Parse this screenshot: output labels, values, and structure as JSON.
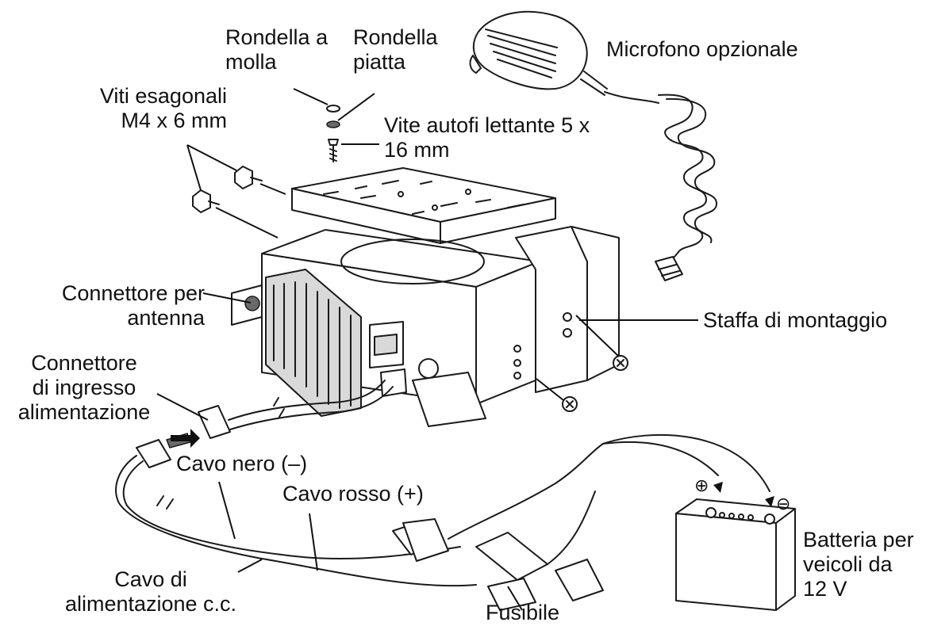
{
  "diagram": {
    "labels": {
      "rondella_molla": [
        "Rondella a",
        "molla"
      ],
      "rondella_piatta": [
        "Rondella",
        "piatta"
      ],
      "viti_esagonali": [
        "Viti esagonali",
        "M4 x 6 mm"
      ],
      "vite_autofilettante": [
        "Vite autofi lettante 5 x",
        "16 mm"
      ],
      "microfono": "Microfono opzionale",
      "connettore_antenna": [
        "Connettore per",
        "antenna"
      ],
      "staffa": "Staffa di montaggio",
      "connettore_ingresso": [
        "Connettore",
        "di ingresso",
        "alimentazione"
      ],
      "cavo_nero": "Cavo nero (–)",
      "cavo_rosso": "Cavo rosso (+)",
      "cavo_alimentazione": [
        "Cavo di",
        "alimentazione c.c."
      ],
      "fusibile": "Fusibile",
      "batteria": [
        "Batteria per",
        "veicoli da",
        "12 V"
      ],
      "plus_sign": "⊕",
      "minus_sign": "⊖"
    }
  }
}
